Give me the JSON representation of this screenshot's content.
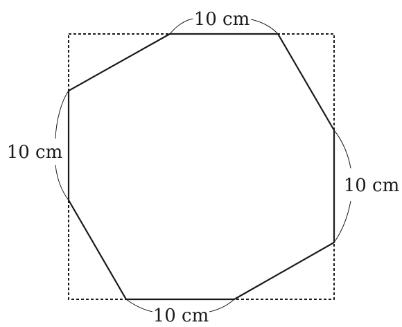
{
  "figure": {
    "shape": "octagon inscribed in square",
    "frame_style": "dashed",
    "labels": {
      "top": "10 cm",
      "left": "10 cm",
      "right": "10 cm",
      "bottom": "10 cm"
    },
    "colors": {
      "line": "#1a1a1a",
      "background": "#ffffff"
    }
  }
}
